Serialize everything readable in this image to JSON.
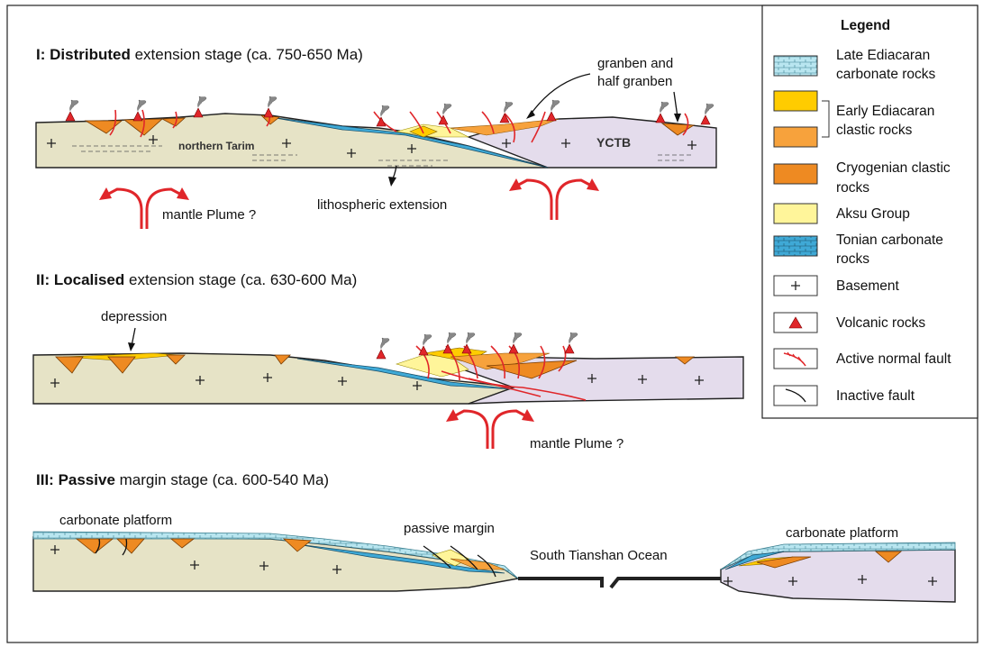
{
  "stages": {
    "s1": {
      "prefix": "I: ",
      "bold": "Distributed",
      "rest": " extension stage (ca. 750-650 Ma)"
    },
    "s2": {
      "prefix": "II: ",
      "bold": "Localised",
      "rest": " extension stage (ca. 630-600 Ma)"
    },
    "s3": {
      "prefix": "III:  ",
      "bold": "Passive",
      "rest": " margin stage (ca. 600-540 Ma)"
    }
  },
  "labels": {
    "granben1": "granben and",
    "granben2": "half granben",
    "northern_tarim": "northern Tarim",
    "yctb": "YCTB",
    "mantle_plume_1": "mantle Plume ?",
    "lithospheric": "lithospheric extension",
    "depression": "depression",
    "mantle_plume_2": "mantle Plume ?",
    "carbonate_platform_left": "carbonate platform",
    "passive_margin": "passive margin",
    "south_tianshan": "South Tianshan Ocean",
    "carbonate_platform_right": "carbonate platform"
  },
  "legend": {
    "title": "Legend",
    "late_ediacaran_1": "Late Ediacaran",
    "late_ediacaran_2": "carbonate rocks",
    "early_ediacaran_1": "Early Ediacaran",
    "early_ediacaran_2": "clastic rocks",
    "cryogenian_1": "Cryogenian clastic",
    "cryogenian_2": "rocks",
    "aksu": "Aksu Group",
    "tonian_1": "Tonian carbonate",
    "tonian_2": "rocks",
    "basement": "Basement",
    "volcanic": "Volcanic rocks",
    "active_fault": "Active normal fault",
    "inactive_fault": "Inactive fault"
  },
  "colors": {
    "tarim_basement": "#e6e3c6",
    "yctb_basement": "#e4dcec",
    "cryogenian": "#ee8a22",
    "early_ediacaran_yellow": "#ffcc00",
    "early_ediacaran_orange": "#f7a23c",
    "aksu": "#fff59a",
    "tonian": "#3fa9d6",
    "late_ediacaran": "#b9e6f0",
    "volcanic": "#e0262a",
    "fault": "#e0262a"
  }
}
